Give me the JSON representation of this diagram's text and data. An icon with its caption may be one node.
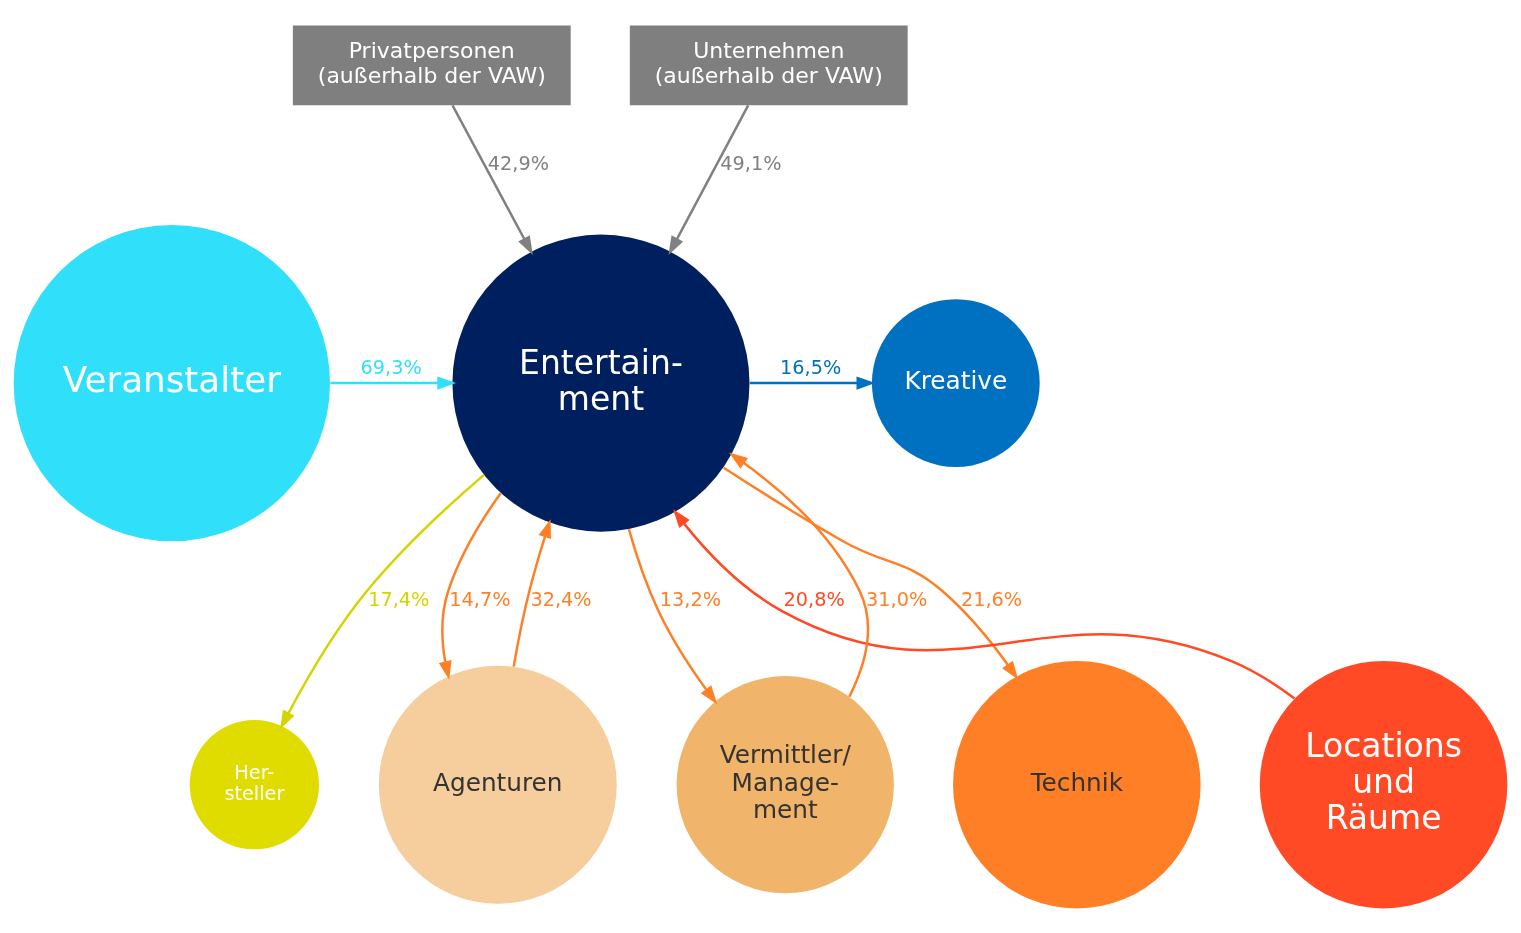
{
  "diagram": {
    "nodes": [
      {
        "text": [
          "Privatpersonen",
          "(außerhalb der VAW)"
        ]
      },
      {
        "text": [
          "Unternehmen",
          "(außerhalb der VAW)"
        ]
      },
      {
        "text": [
          "Veranstalter"
        ]
      },
      {
        "text": [
          "Entertain- ment"
        ]
      },
      {
        "text": [
          "Kreative"
        ]
      },
      {
        "text": [
          "Technik"
        ]
      },
      {
        "text": [
          "Locations und Räume"
        ]
      },
      {
        "text": [
          "Her- steller"
        ]
      },
      {
        "text": [
          "Agenturen"
        ]
      },
      {
        "text": [
          "Vermittler/ Manage- ment"
        ]
      }
    ],
    "edges": [
      {
        "from": 0,
        "to": 3,
        "arrow": "to",
        "label": "42,9%",
        "color": "#808080"
      },
      {
        "from": 1,
        "to": 3,
        "arrow": "to",
        "label": "49,1%",
        "color": "#808080"
      },
      {
        "from": 2,
        "to": 3,
        "arrow": "to",
        "label": "69,3%",
        "color": "#30e0fa"
      },
      {
        "from": 3,
        "to": 4,
        "arrow": "to",
        "label": "16,5%",
        "color": "#0070c0"
      },
      {
        "from": 3,
        "to": 5,
        "arrow": "to",
        "label": "21,6%"
      },
      {
        "from": 6,
        "to": 3,
        "arrow": "to",
        "label": "20,8%",
        "color": "#ff4a25"
      },
      {
        "from": 3,
        "to": 7,
        "arrow": "to",
        "label": "17,4%",
        "color": "#d4d400"
      },
      {
        "from": 8,
        "to": 3,
        "arrow": "to",
        "label": "32,4%"
      },
      {
        "from": 3,
        "to": 8,
        "arrow": "to",
        "label": "14,7%"
      },
      {
        "from": 9,
        "to": 3,
        "arrow": "to",
        "label": "31,0%"
      },
      {
        "from": 3,
        "to": 9,
        "arrow": "to",
        "label": "13,2%"
      }
    ]
  }
}
